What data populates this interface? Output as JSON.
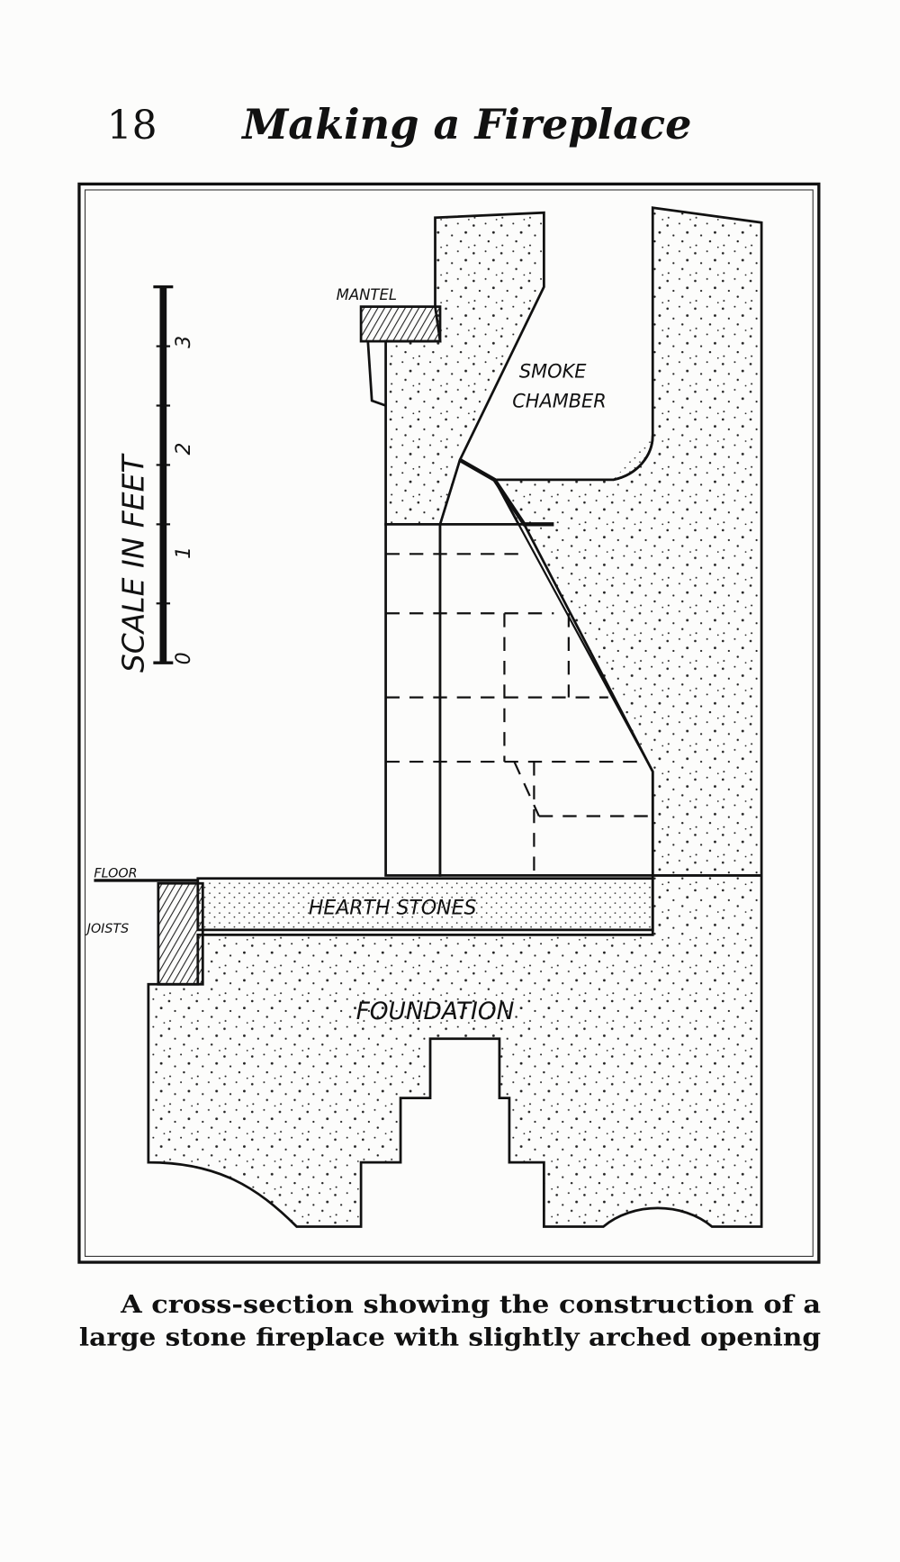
{
  "header": {
    "page_number": "18",
    "running_title": "Making a Fireplace"
  },
  "figure": {
    "scale": {
      "label": "SCALE IN FEET",
      "ticks": [
        "0",
        "1",
        "2",
        "3"
      ]
    },
    "labels": {
      "mantel": "MANTEL",
      "smoke_chamber_line1": "SMOKE",
      "smoke_chamber_line2": "CHAMBER",
      "floor": "FLOOR",
      "joists": "JOISTS",
      "hearth_stones": "HEARTH STONES",
      "foundation": "FOUNDATION"
    }
  },
  "caption": {
    "line1": "A cross-section showing the construction of a",
    "line2": "large stone fireplace with slightly arched opening"
  }
}
